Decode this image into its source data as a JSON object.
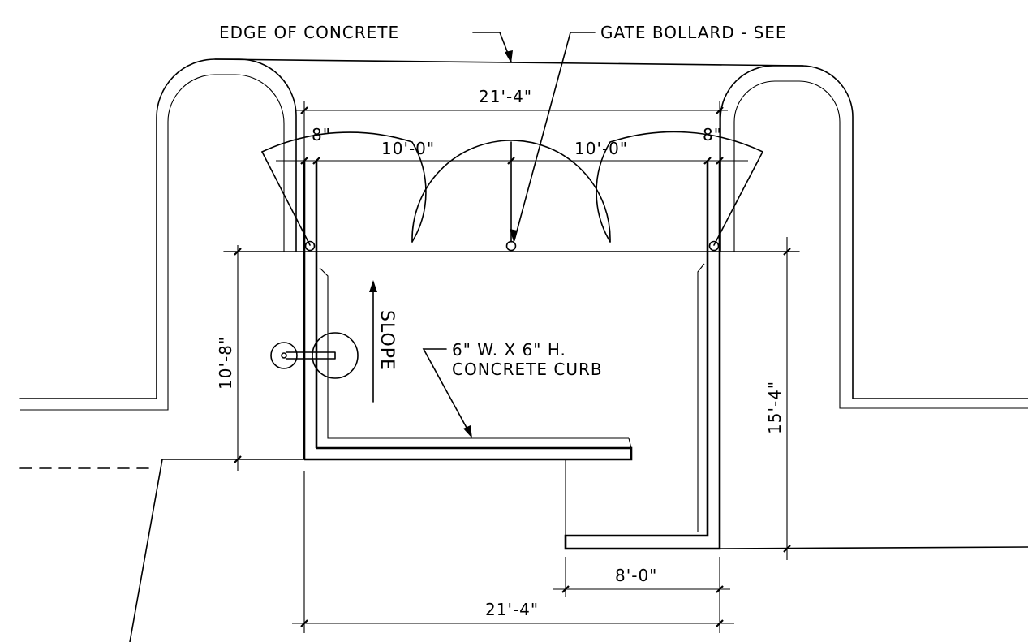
{
  "labels": {
    "edge_of_concrete": "EDGE OF CONCRETE",
    "gate_bollard": "GATE BOLLARD - SEE",
    "slope": "SLOPE",
    "curb_line1": "6\" W. X 6\" H.",
    "curb_line2": "CONCRETE CURB"
  },
  "dimensions": {
    "top_overall": "21'-4\"",
    "left_offset": "8\"",
    "gate_left": "10'-0\"",
    "gate_right": "10'-0\"",
    "right_offset": "8\"",
    "left_depth": "10'-8\"",
    "right_depth": "15'-4\"",
    "opening_width": "8'-0\"",
    "bottom_overall": "21'-4\""
  },
  "colors": {
    "line": "#000000",
    "background": "#ffffff"
  }
}
